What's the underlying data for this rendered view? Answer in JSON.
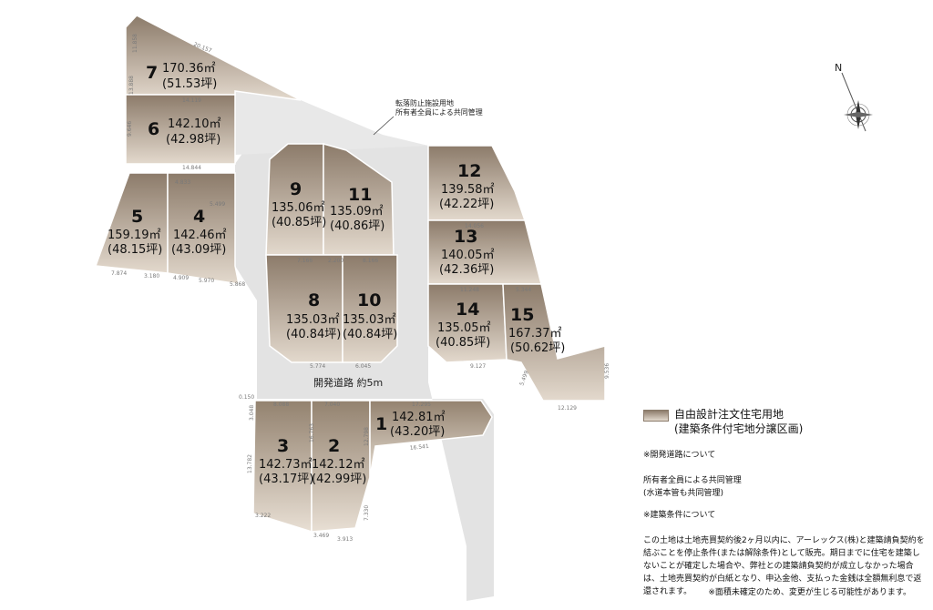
{
  "lots": [
    {
      "number": "1",
      "area": "142.81㎡",
      "tsubo": "(43.20坪)"
    },
    {
      "number": "2",
      "area": "142.12㎡",
      "tsubo": "(42.99坪)"
    },
    {
      "number": "3",
      "area": "142.73㎡",
      "tsubo": "(43.17坪)"
    },
    {
      "number": "4",
      "area": "142.46㎡",
      "tsubo": "(43.09坪)"
    },
    {
      "number": "5",
      "area": "159.19㎡",
      "tsubo": "(48.15坪)"
    },
    {
      "number": "6",
      "area": "142.10㎡",
      "tsubo": "(42.98坪)"
    },
    {
      "number": "7",
      "area": "170.36㎡",
      "tsubo": "(51.53坪)"
    },
    {
      "number": "8",
      "area": "135.03㎡",
      "tsubo": "(40.84坪)"
    },
    {
      "number": "9",
      "area": "135.06㎡",
      "tsubo": "(40.85坪)"
    },
    {
      "number": "10",
      "area": "135.03㎡",
      "tsubo": "(40.84坪)"
    },
    {
      "number": "11",
      "area": "135.09㎡",
      "tsubo": "(40.86坪)"
    },
    {
      "number": "12",
      "area": "139.58㎡",
      "tsubo": "(42.22坪)"
    },
    {
      "number": "13",
      "area": "140.05㎡",
      "tsubo": "(42.36坪)"
    },
    {
      "number": "14",
      "area": "135.05㎡",
      "tsubo": "(40.85坪)"
    },
    {
      "number": "15",
      "area": "167.37㎡",
      "tsubo": "(50.62坪)"
    }
  ],
  "road_label": "開発道路 約5m",
  "facility_annotation": {
    "line1": "転落防止施設用地",
    "line2": "所有者全員による共同管理"
  },
  "compass_label": "N",
  "legend": {
    "line1": "自由設計注文住宅用地",
    "line2": "(建築条件付宅地分譲区画)",
    "swatch_color_top": "#8c7b6a",
    "swatch_color_bottom": "#e3d9cd"
  },
  "notes": {
    "road_title": "※開発道路について",
    "road_body": "所有者全員による共同管理\n(水道本管も共同管理)",
    "build_title": "※建築条件について",
    "build_body": "この土地は土地売買契約後2ヶ月以内に、アーレックス(株)と建築請負契約を結ぶことを停止条件(または解除条件)として販売。期日までに住宅を建築しないことが確定した場合や、弊社との建築請負契約が成立しなかった場合は、土地売買契約が白紙となり、申込金他、支払った金銭は全額無利息で返還されます。"
  },
  "footnote": "※面積未確定のため、変更が生じる可能性があります。",
  "dimensions": [
    "20.157",
    "11.858",
    "13.888",
    "14.119",
    "9.646",
    "14.844",
    "4.833",
    "5.499",
    "7.874",
    "3.180",
    "4.909",
    "5.970",
    "5.868",
    "7.166",
    "2.200",
    "8.166",
    "5.774",
    "6.045",
    "14.056",
    "11.248",
    "5.344",
    "9.127",
    "5.499",
    "12.129",
    "9.536",
    "17.295",
    "7.040",
    "8.088",
    "13.782",
    "12.798",
    "16.763",
    "16.541",
    "3.222",
    "3.469",
    "3.913",
    "0.150",
    "3.048",
    "7.330"
  ],
  "colors": {
    "road": "#e3e3e3",
    "lot_top": "#8c7b6a",
    "lot_bottom": "#e3d9cd",
    "lot_edge": "#ffffff"
  }
}
